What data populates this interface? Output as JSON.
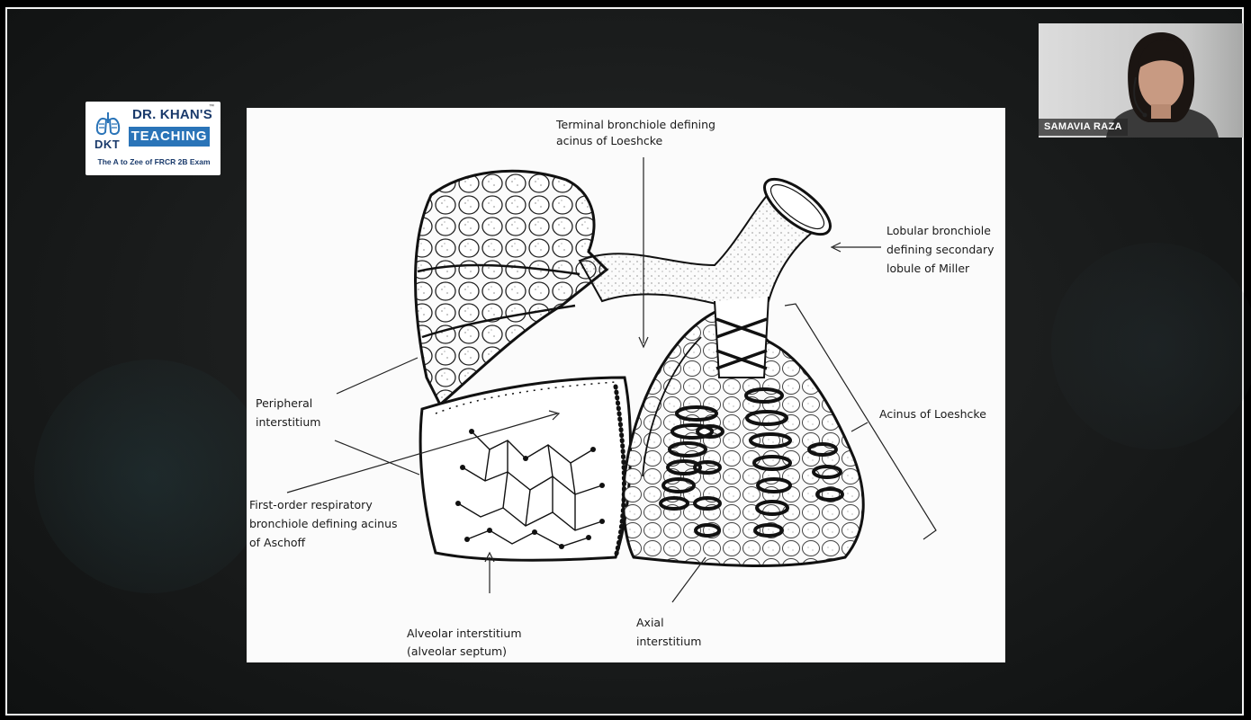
{
  "logo": {
    "brand_top": "DR. KHAN'S",
    "brand_main": "TEACHING",
    "brand_short": "DKT",
    "trademark": "™",
    "tagline": "The A to Zee of FRCR 2B Exam",
    "icon": "lungs-icon"
  },
  "slide": {
    "labels": {
      "terminal_bronchiole": [
        "Terminal bronchiole defining",
        "acinus of Loeshcke"
      ],
      "lobular_bronchiole": [
        "Lobular bronchiole",
        "defining secondary",
        "lobule of Miller"
      ],
      "acinus_loeshcke": [
        "Acinus of Loeshcke"
      ],
      "peripheral_interstitium": [
        "Peripheral",
        "interstitium"
      ],
      "first_order": [
        "First-order respiratory",
        "bronchiole defining acinus",
        "of Aschoff"
      ],
      "alveolar_interstitium": [
        "Alveolar interstitium",
        "(alveolar septum)"
      ],
      "axial_interstitium": [
        "Axial",
        "interstitium"
      ]
    }
  },
  "video": {
    "participant_name": "SAMAVIA RAZA"
  },
  "colors": {
    "brand_blue": "#2a74b8",
    "brand_navy": "#1a3a6b",
    "background": "#1c1e1e"
  }
}
